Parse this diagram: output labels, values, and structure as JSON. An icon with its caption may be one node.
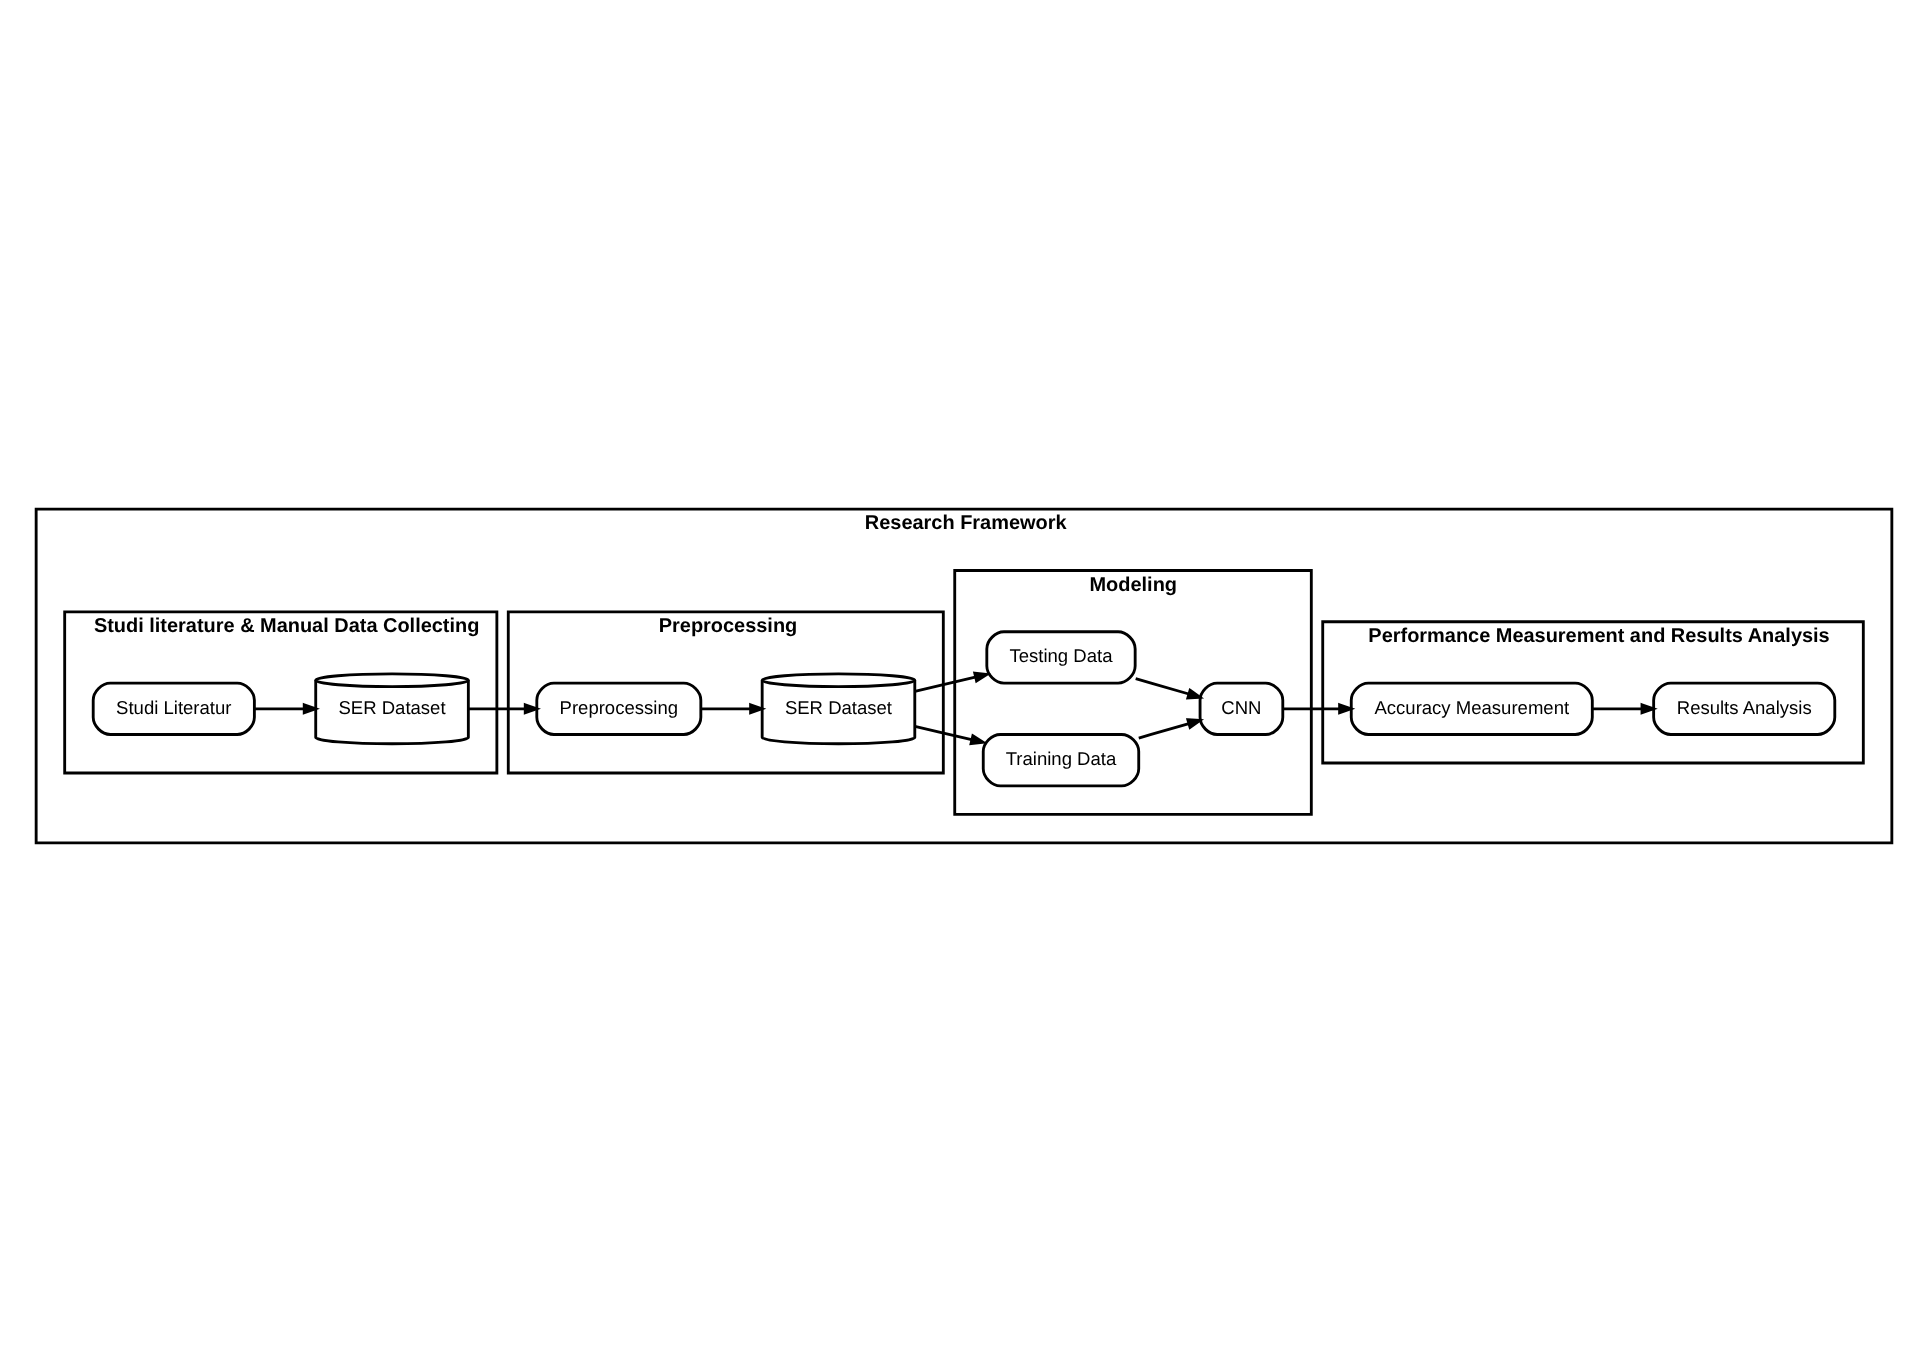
{
  "diagram": {
    "nodes": [
      {
        "text": [
          "Research Framework"
        ]
      },
      {
        "text": [
          "Studi literature & Manual Data Collecting"
        ],
        "in": 0
      },
      {
        "text": [
          "Studi Literatur"
        ],
        "in": 1
      },
      {
        "text": [
          "SER Dataset"
        ],
        "in": 1
      },
      {
        "text": [
          "Preprocessing"
        ],
        "in": 0
      },
      {
        "text": [
          "Preprocessing"
        ],
        "in": 4
      },
      {
        "text": [
          "SER Dataset"
        ],
        "in": 4
      },
      {
        "text": [
          "Modeling"
        ],
        "in": 0
      },
      {
        "text": [
          "Testing Data"
        ],
        "in": 7
      },
      {
        "text": [
          "CNN"
        ],
        "in": 7
      },
      {
        "text": [
          "Training Data"
        ],
        "in": 7
      },
      {
        "text": [
          "Performance Measurement and Results Analysis"
        ],
        "in": 0
      },
      {
        "text": [
          "Results Analysis"
        ],
        "in": 11
      },
      {
        "text": [
          "Accuracy Measurement"
        ],
        "in": 11
      }
    ],
    "edges": [
      {
        "from": 2,
        "to": 3,
        "arrow": "to"
      },
      {
        "from": 3,
        "to": 5,
        "arrow": "to"
      },
      {
        "from": 5,
        "to": 6,
        "arrow": "to"
      },
      {
        "from": 6,
        "to": 8,
        "arrow": "to"
      },
      {
        "from": 6,
        "to": 10,
        "arrow": "to"
      },
      {
        "from": 8,
        "to": 9,
        "arrow": "to"
      },
      {
        "from": 10,
        "to": 9,
        "arrow": "to"
      },
      {
        "from": 9,
        "to": 13,
        "arrow": "to"
      },
      {
        "from": 13,
        "to": 12,
        "arrow": "to"
      }
    ]
  }
}
